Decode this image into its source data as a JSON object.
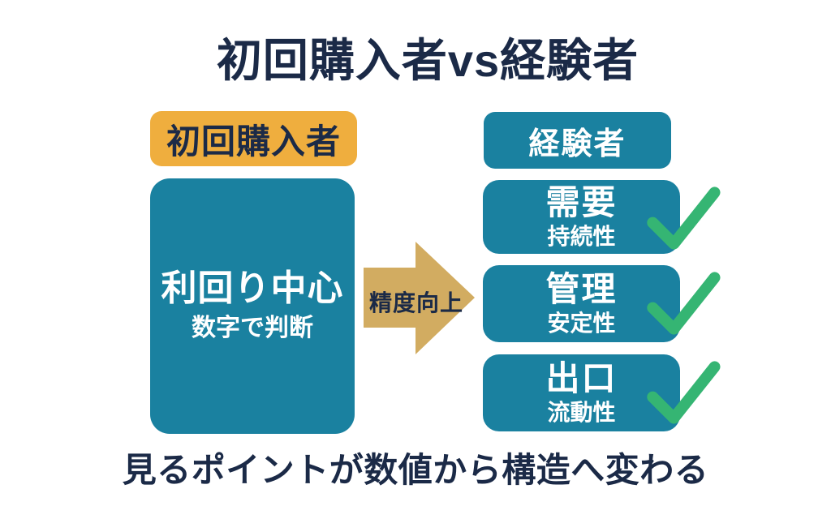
{
  "title": "初回購入者vs経験者",
  "colors": {
    "teal": "#1A81A0",
    "yellow": "#EFAE3E",
    "arrow_tan": "#D2AC61",
    "check_green": "#35B573",
    "navy": "#1B2A47",
    "background": "#FFFFFF"
  },
  "left": {
    "header": "初回購入者",
    "main_label": "利回り中心",
    "sub_label": "数字で判断"
  },
  "arrow": {
    "icon": "arrow-right-icon",
    "label": "精度向上"
  },
  "right": {
    "header": "経験者",
    "items": [
      {
        "main": "需要",
        "sub": "持続性",
        "icon": "checkmark-icon"
      },
      {
        "main": "管理",
        "sub": "安定性",
        "icon": "checkmark-icon"
      },
      {
        "main": "出口",
        "sub": "流動性",
        "icon": "checkmark-icon"
      }
    ]
  },
  "footer": "見るポイントが数値から構造へ変わる"
}
